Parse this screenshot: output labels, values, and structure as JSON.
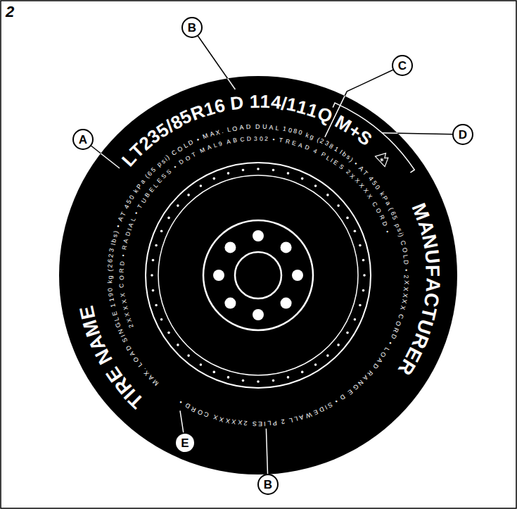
{
  "diagram": {
    "nodes": [
      {
        "text": [
          "B"
        ]
      },
      {
        "text": [
          "C"
        ]
      },
      {
        "text": [
          "D"
        ]
      },
      {
        "text": [
          "A"
        ]
      },
      {
        "text": [
          "E"
        ]
      },
      {
        "text": [
          "B"
        ]
      }
    ],
    "labels": [
      "2",
      "LT235/85R16 D 114/111Q M+S",
      "MANUFACTURER",
      "TIRE NAME",
      "MAX. LOAD SINGLE 1190 kg (2623 lbs) • AT 450 kPa (65 psi) COLD • MAX. LOAD DUAL 1080 kg (2381 lbs) • AT 450 kPa (65 psi) COLD • 2XXXXX CORD • LOAD RANGE D • SIDEWALL 2 PLIES 2XXXXX CORD •",
      "2XXXXX CORD • RADIAL • TUBELESS • DOT MAL9 ABCD302 • TREAD 4 PLIES 2XXXXX CORD •"
    ]
  }
}
